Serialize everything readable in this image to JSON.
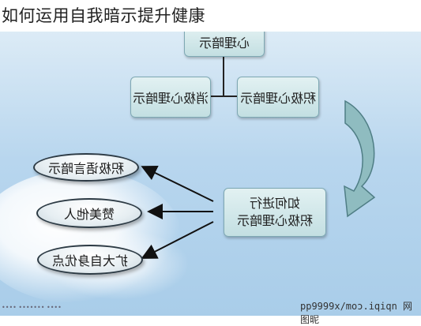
{
  "title": "如何运用自我暗示提升健康",
  "diagram": {
    "root": "心理暗示",
    "branches": [
      "消极心理暗示",
      "积极心理暗示"
    ],
    "center": "如何进行积极心理暗示",
    "center_lines": [
      "如何进行",
      "积极心理暗示"
    ],
    "methods": [
      "积极语言暗示",
      "赞美他人",
      "扩大自身优点"
    ]
  },
  "footer": {
    "left": "•••• ••••••• ••••",
    "right": "pp9999x/moɔ.iqiqn 网图昵"
  }
}
